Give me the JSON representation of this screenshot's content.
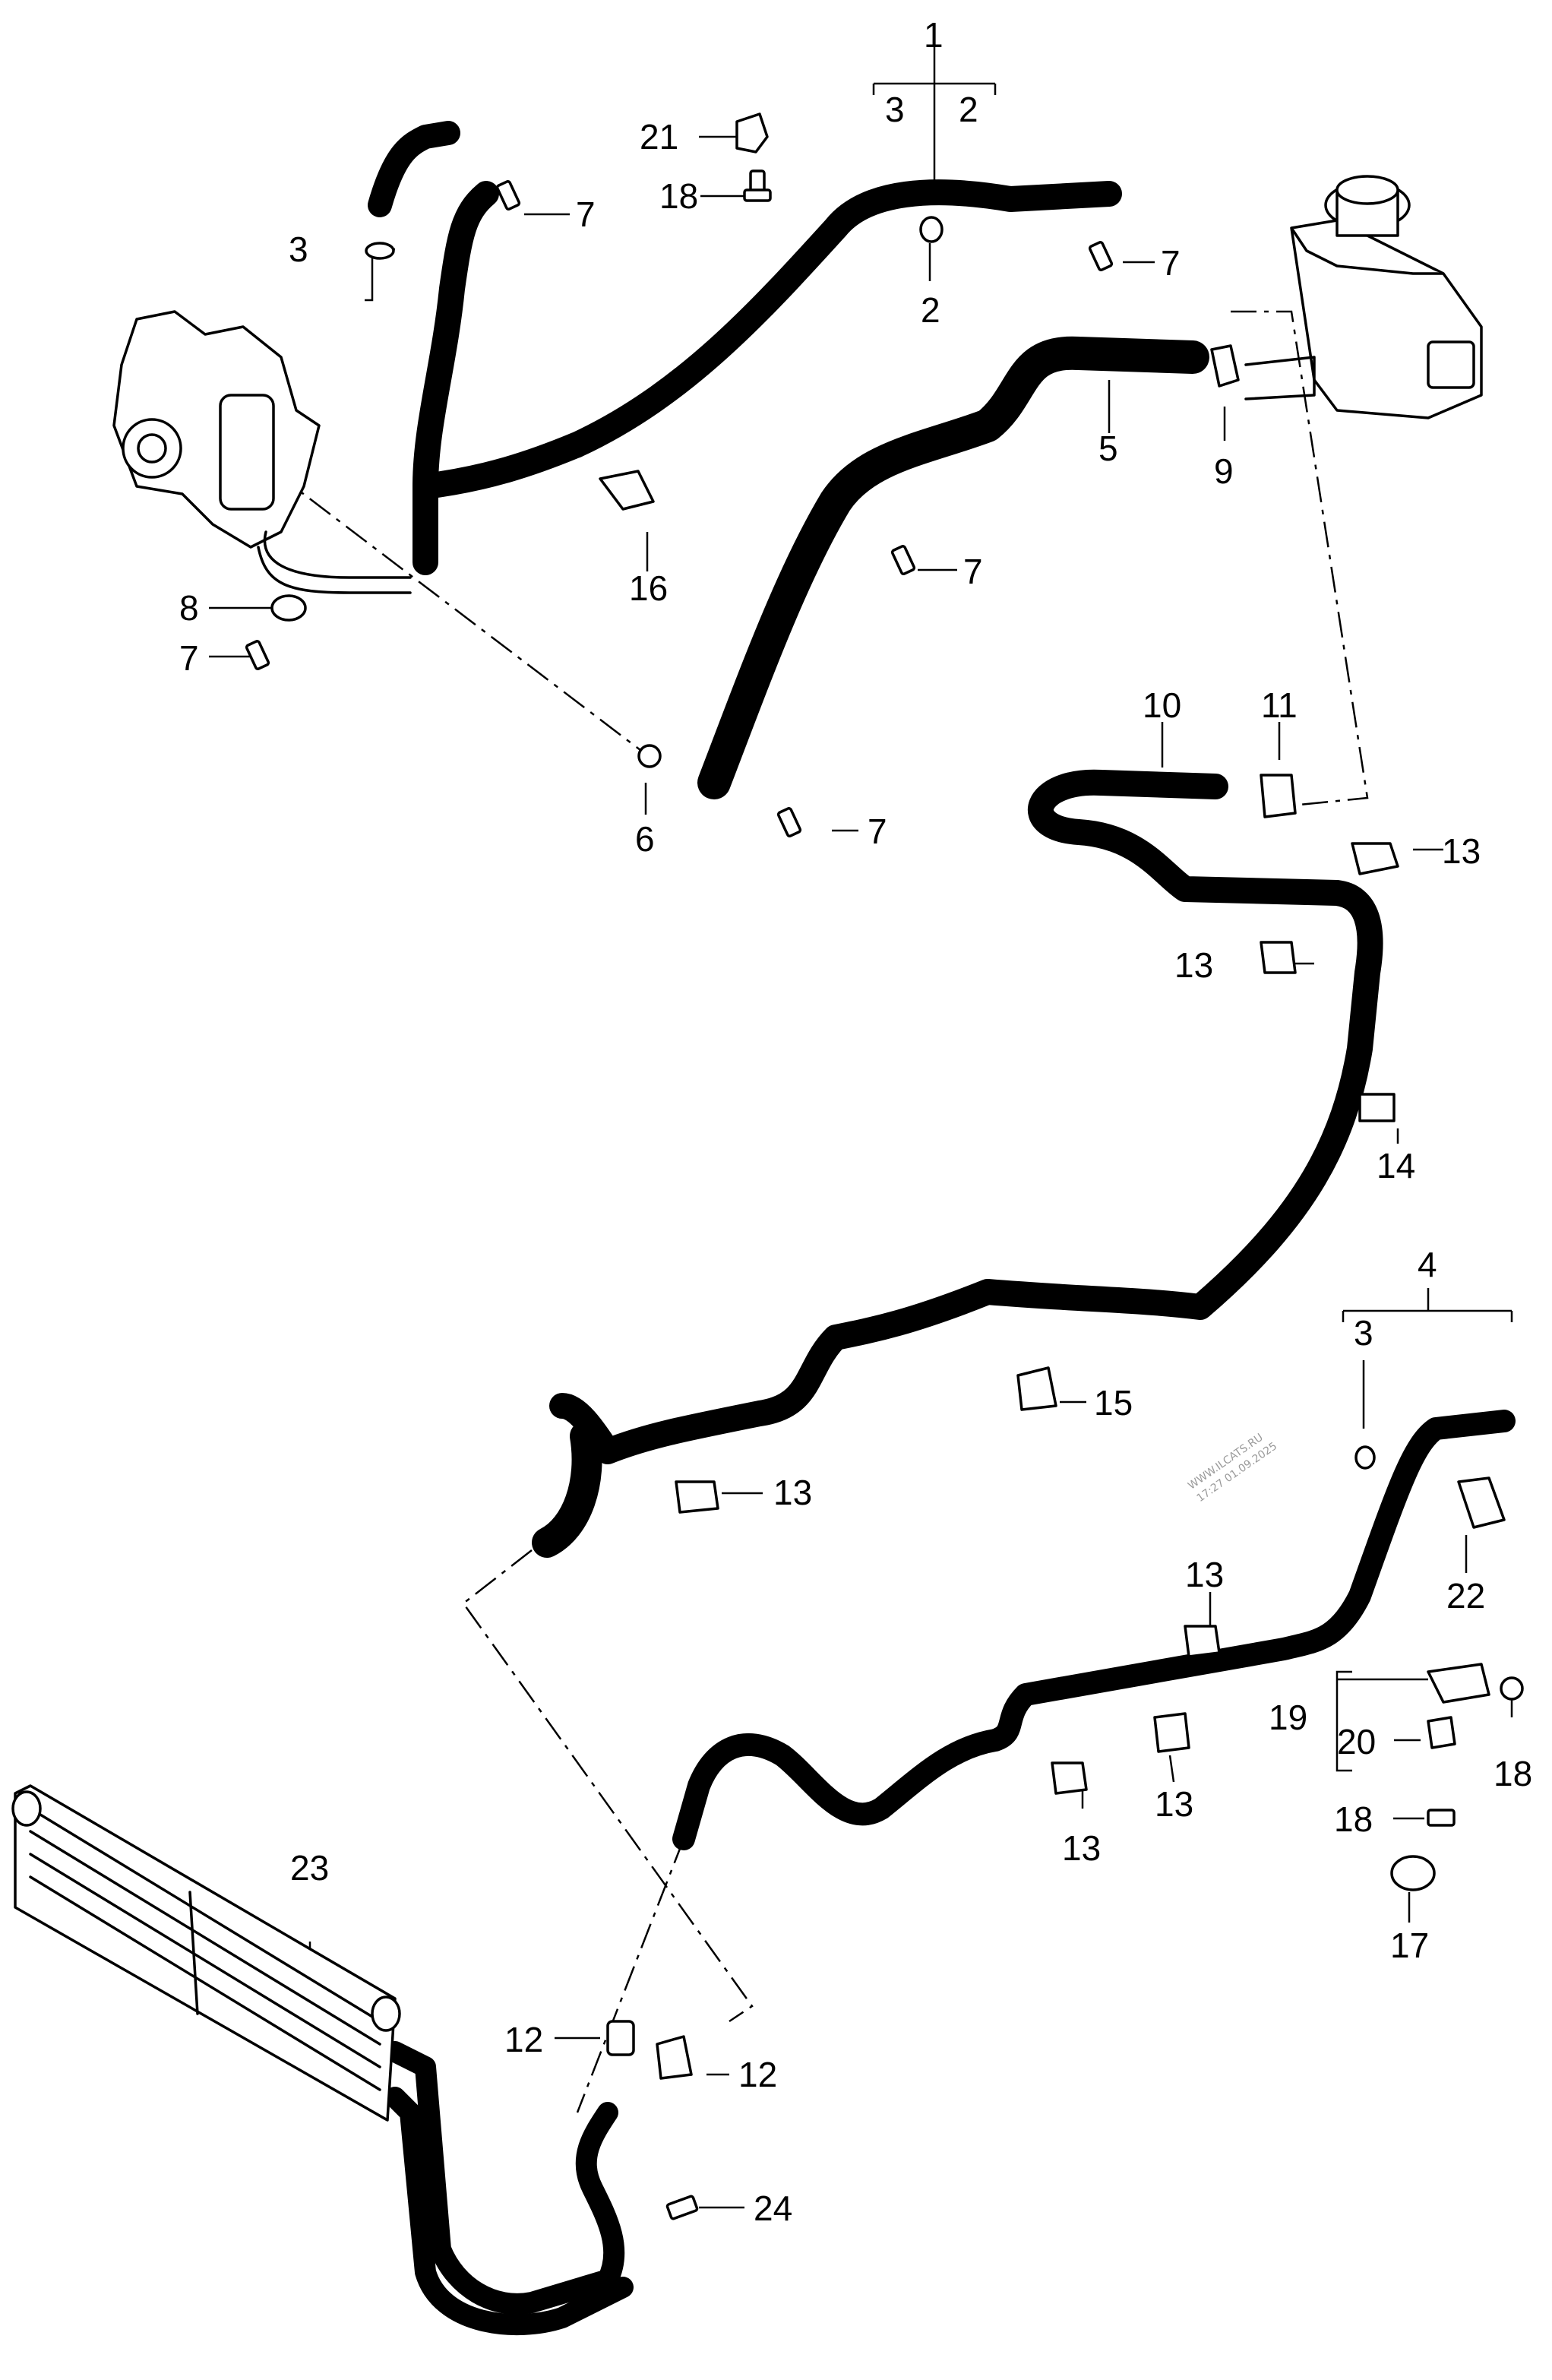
{
  "diagram": {
    "callouts": [
      {
        "id": "c1",
        "text": "1"
      },
      {
        "id": "c1-3",
        "text": "3"
      },
      {
        "id": "c1-2",
        "text": "2"
      },
      {
        "id": "c2",
        "text": "2"
      },
      {
        "id": "c21",
        "text": "21"
      },
      {
        "id": "c18a",
        "text": "18"
      },
      {
        "id": "c7a",
        "text": "7"
      },
      {
        "id": "c3a",
        "text": "3"
      },
      {
        "id": "c7b",
        "text": "7"
      },
      {
        "id": "c5",
        "text": "5"
      },
      {
        "id": "c9",
        "text": "9"
      },
      {
        "id": "c7c",
        "text": "7"
      },
      {
        "id": "c16",
        "text": "16"
      },
      {
        "id": "c8",
        "text": "8"
      },
      {
        "id": "c7d",
        "text": "7"
      },
      {
        "id": "c6",
        "text": "6"
      },
      {
        "id": "c7e",
        "text": "7"
      },
      {
        "id": "c10",
        "text": "10"
      },
      {
        "id": "c11",
        "text": "11"
      },
      {
        "id": "c13a",
        "text": "13"
      },
      {
        "id": "c13b",
        "text": "13"
      },
      {
        "id": "c14",
        "text": "14"
      },
      {
        "id": "c4",
        "text": "4"
      },
      {
        "id": "c4-3",
        "text": "3"
      },
      {
        "id": "c15",
        "text": "15"
      },
      {
        "id": "c13c",
        "text": "13"
      },
      {
        "id": "c22",
        "text": "22"
      },
      {
        "id": "c13d",
        "text": "13"
      },
      {
        "id": "c19",
        "text": "19"
      },
      {
        "id": "c20",
        "text": "20"
      },
      {
        "id": "c18b",
        "text": "18"
      },
      {
        "id": "c13e",
        "text": "13"
      },
      {
        "id": "c13f",
        "text": "13"
      },
      {
        "id": "c18c",
        "text": "18"
      },
      {
        "id": "c17",
        "text": "17"
      },
      {
        "id": "c23",
        "text": "23"
      },
      {
        "id": "c12a",
        "text": "12"
      },
      {
        "id": "c12b",
        "text": "12"
      },
      {
        "id": "c24",
        "text": "24"
      }
    ],
    "watermark": [
      "WWW.ILCATS.RU",
      "17:27 01.09.2025"
    ]
  }
}
